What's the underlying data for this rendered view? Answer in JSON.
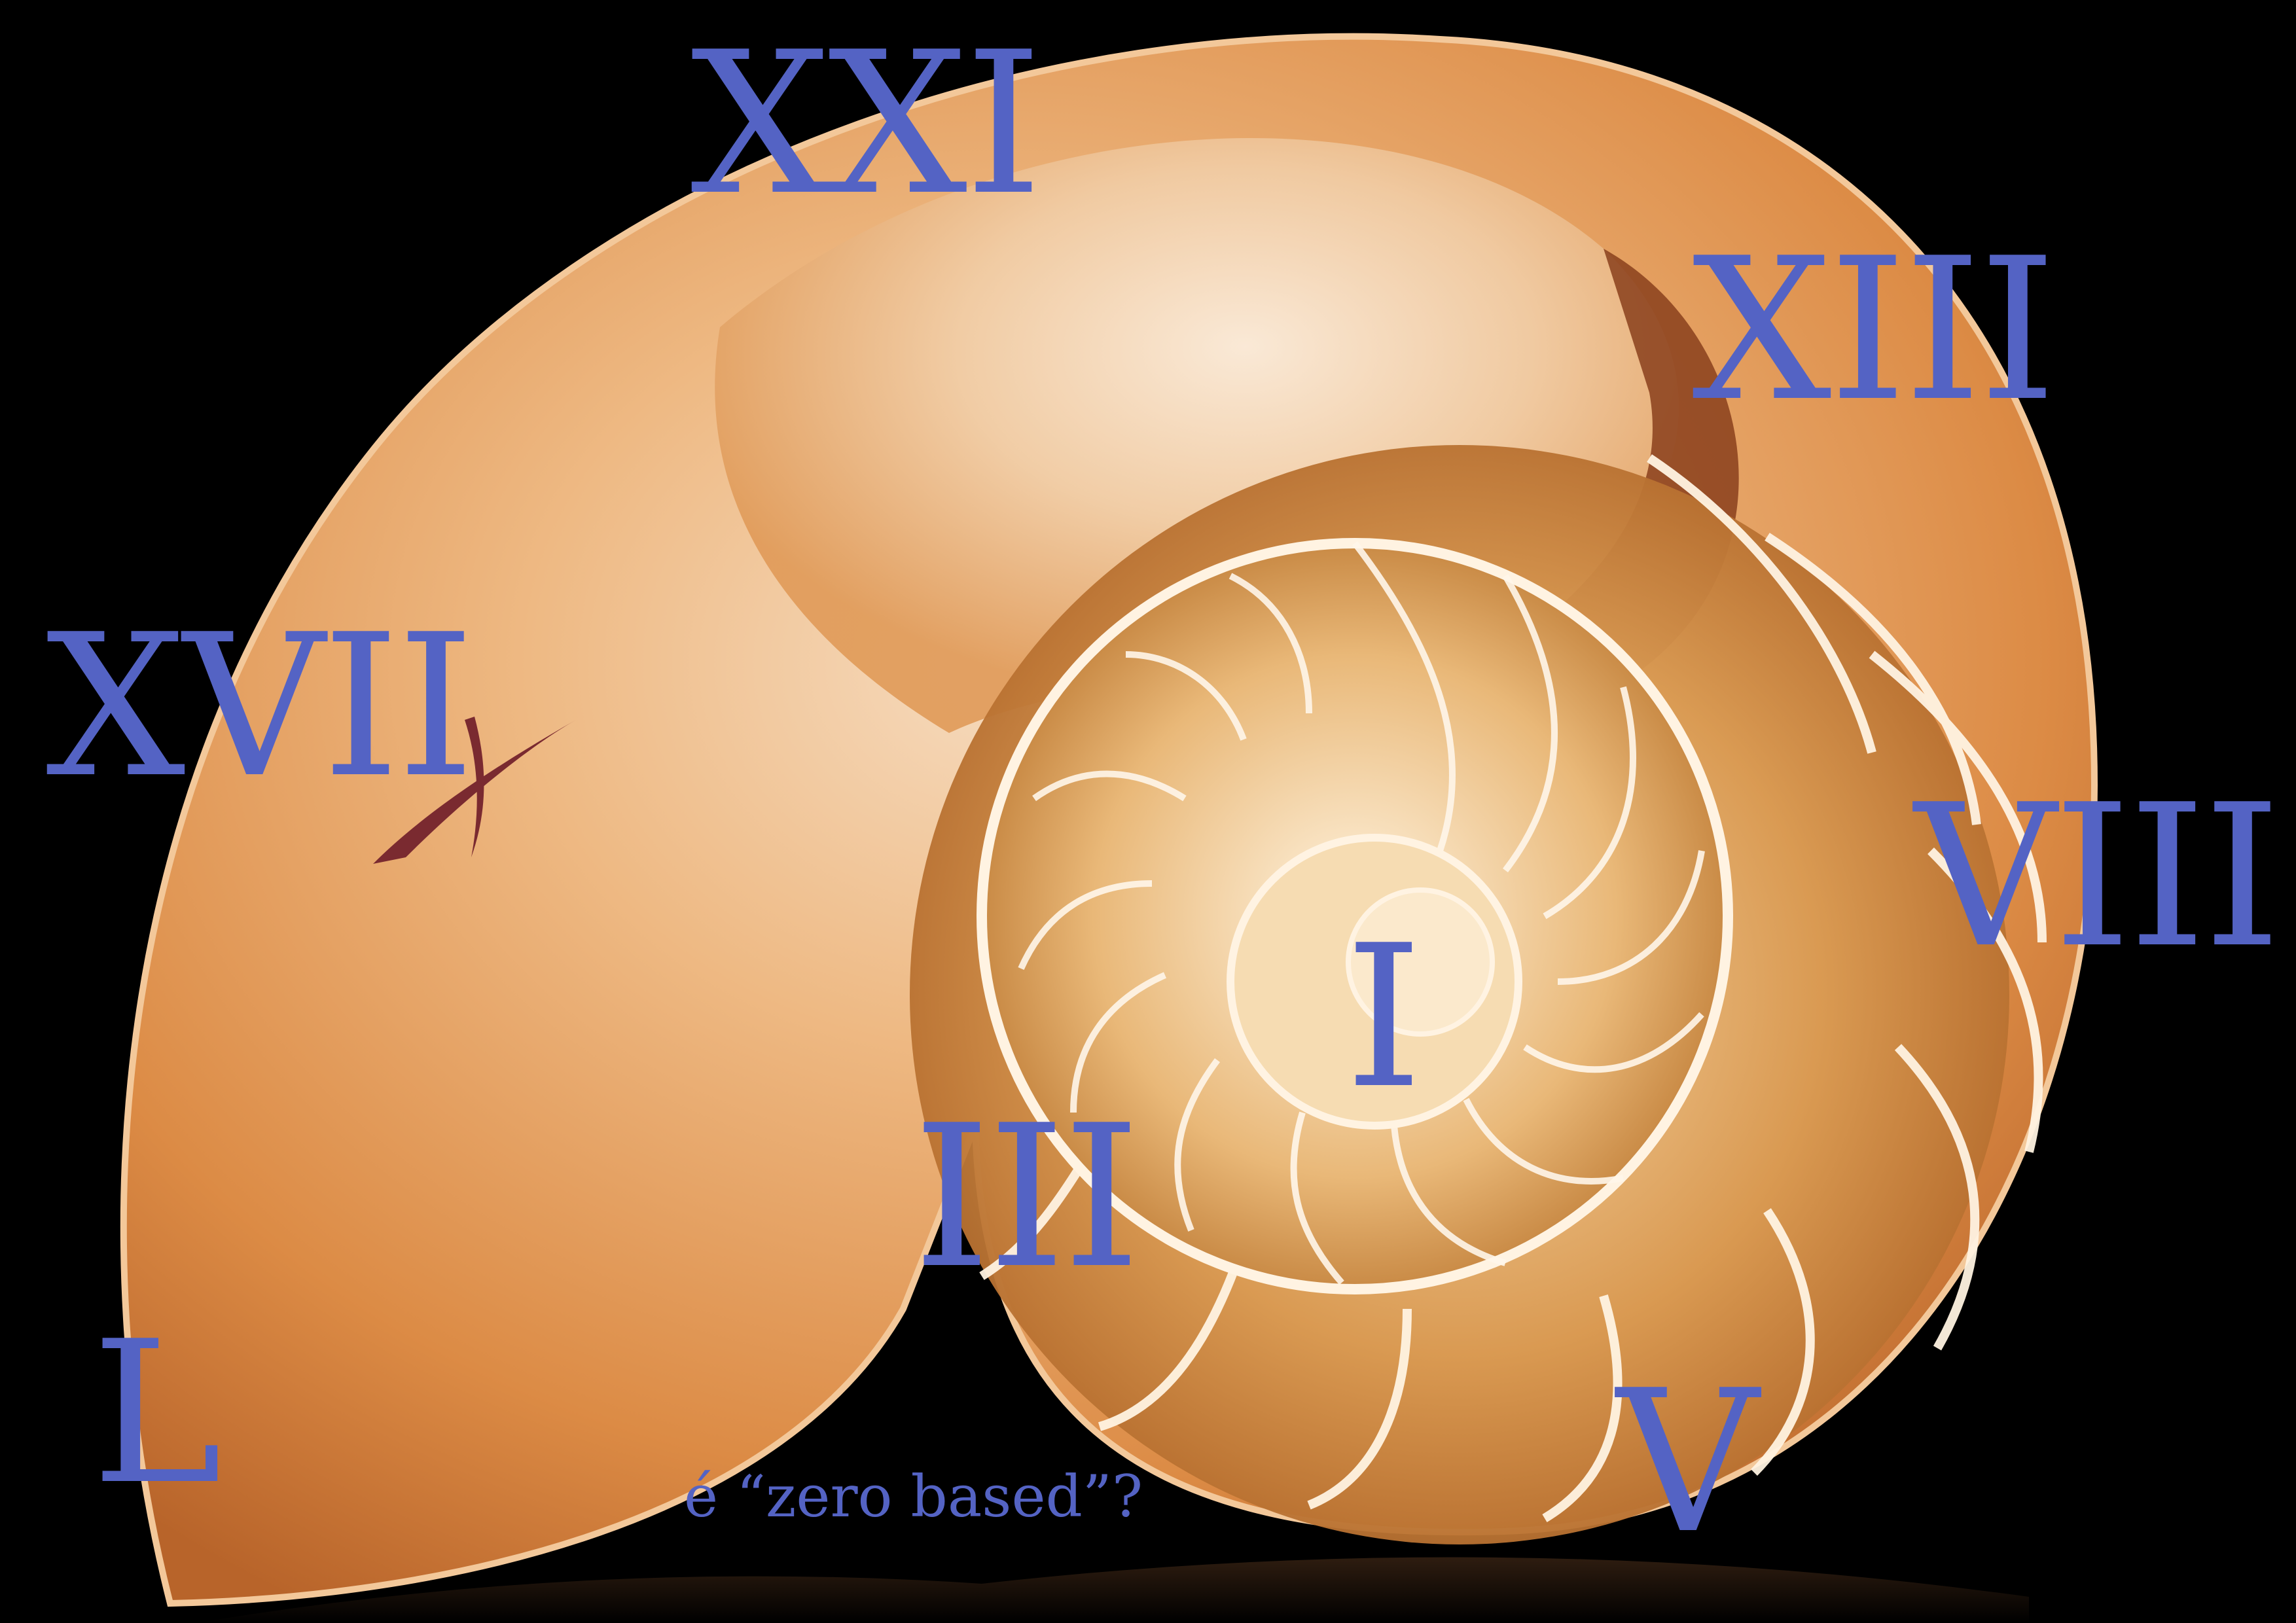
{
  "image": {
    "subject": "nautilus shell cross-section on black background",
    "background_color": "#000000",
    "shell_colors": {
      "outer": "#d8833a",
      "mid": "#e7a56a",
      "light": "#f7e3cc",
      "septa": "#fff3e2",
      "inner_shadow": "#8a3f1c"
    },
    "annotation_color": "#5463c4",
    "cross_color": "#7a2a30"
  },
  "numerals": {
    "xxi": "XXI",
    "xiii": "XIII",
    "xvii": "XVII",
    "viii": "VIII",
    "i": "I",
    "iii": "III",
    "l": "L",
    "v": "V"
  },
  "caption": "é “zero based”?",
  "icons": {
    "cross": "strike-cross-icon"
  }
}
